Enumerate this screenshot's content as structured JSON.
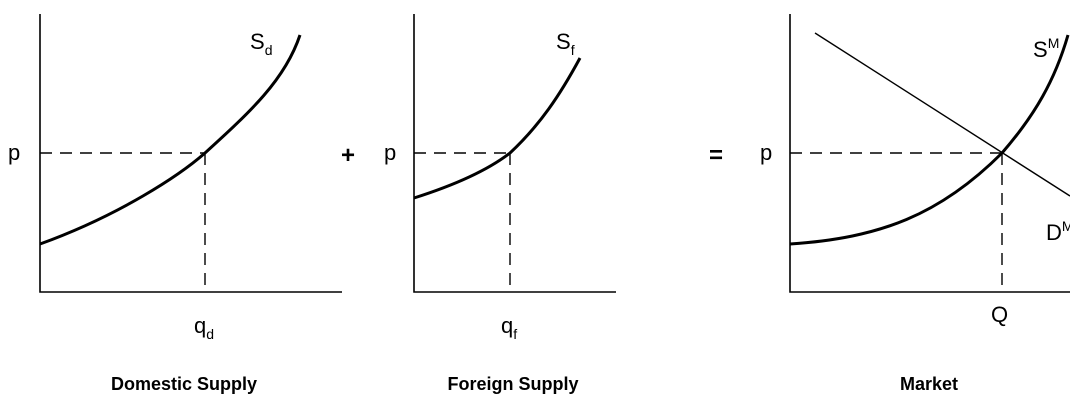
{
  "panels": [
    {
      "title": "Domestic Supply",
      "price_label": "p",
      "quantity_label": "q",
      "quantity_sub": "d",
      "curve_label": "S",
      "curve_sub": "d"
    },
    {
      "title": "Foreign Supply",
      "price_label": "p",
      "quantity_label": "q",
      "quantity_sub": "f",
      "curve_label": "S",
      "curve_sub": "f"
    },
    {
      "title": "Market",
      "price_label": "p",
      "quantity_label": "Q",
      "supply_label": "S",
      "supply_sup": "M",
      "demand_label": "D",
      "demand_sup": "M"
    }
  ],
  "operators": {
    "plus": "+",
    "equals": "="
  }
}
